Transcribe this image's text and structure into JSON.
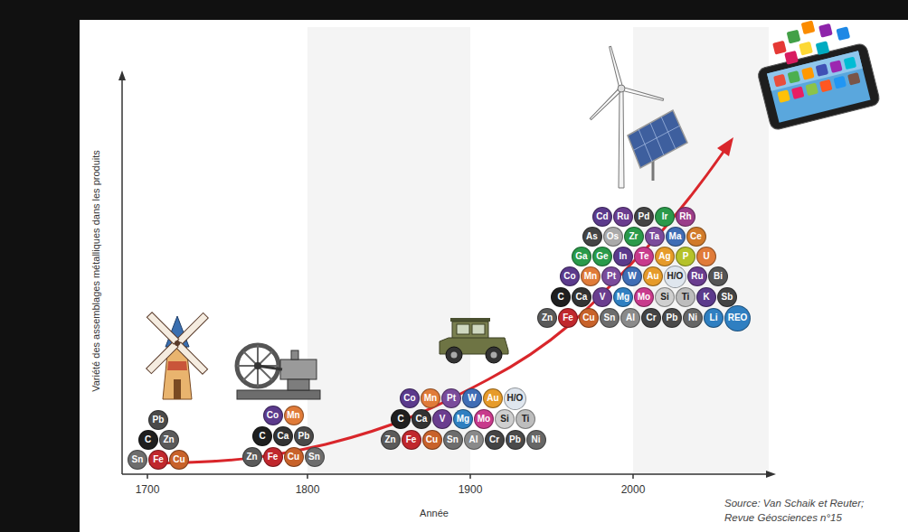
{
  "diagram": {
    "nodes": [
      {
        "text": [
          "Pb"
        ]
      },
      {
        "text": [
          "C"
        ]
      },
      {
        "text": [
          "Zn"
        ]
      },
      {
        "text": [
          "Sn"
        ]
      },
      {
        "text": [
          "Fe"
        ]
      },
      {
        "text": [
          "Cu"
        ]
      },
      {
        "text": [
          "Co"
        ]
      },
      {
        "text": [
          "Mn"
        ]
      },
      {
        "text": [
          "C"
        ]
      },
      {
        "text": [
          "Ca"
        ]
      },
      {
        "text": [
          "Pb"
        ]
      },
      {
        "text": [
          "Zn"
        ]
      },
      {
        "text": [
          "Fe"
        ]
      },
      {
        "text": [
          "Cu"
        ]
      },
      {
        "text": [
          "Sn"
        ]
      },
      {
        "text": [
          "Co"
        ]
      },
      {
        "text": [
          "Mn"
        ]
      },
      {
        "text": [
          "Pt"
        ]
      },
      {
        "text": [
          "W"
        ]
      },
      {
        "text": [
          "Au"
        ]
      },
      {
        "text": [
          "H/O"
        ]
      },
      {
        "text": [
          "C"
        ]
      },
      {
        "text": [
          "Ca"
        ]
      },
      {
        "text": [
          "V"
        ]
      },
      {
        "text": [
          "Mg"
        ]
      },
      {
        "text": [
          "Mo"
        ]
      },
      {
        "text": [
          "Si"
        ]
      },
      {
        "text": [
          "Ti"
        ]
      },
      {
        "text": [
          "Zn"
        ]
      },
      {
        "text": [
          "Fe"
        ]
      },
      {
        "text": [
          "Cu"
        ]
      },
      {
        "text": [
          "Sn"
        ]
      },
      {
        "text": [
          "Al"
        ]
      },
      {
        "text": [
          "Cr"
        ]
      },
      {
        "text": [
          "Pb"
        ]
      },
      {
        "text": [
          "Ni"
        ]
      },
      {
        "text": [
          "Cd"
        ]
      },
      {
        "text": [
          "Ru"
        ]
      },
      {
        "text": [
          "Pd"
        ]
      },
      {
        "text": [
          "Ir"
        ]
      },
      {
        "text": [
          "Rh"
        ]
      },
      {
        "text": [
          "As"
        ]
      },
      {
        "text": [
          "Os"
        ]
      },
      {
        "text": [
          "Zr"
        ]
      },
      {
        "text": [
          "Ta"
        ]
      },
      {
        "text": [
          "Ma"
        ]
      },
      {
        "text": [
          "Ce"
        ]
      },
      {
        "text": [
          "Ga"
        ]
      },
      {
        "text": [
          "Ge"
        ]
      },
      {
        "text": [
          "In"
        ]
      },
      {
        "text": [
          "Te"
        ]
      },
      {
        "text": [
          "Ag"
        ]
      },
      {
        "text": [
          "P"
        ]
      },
      {
        "text": [
          "U"
        ]
      },
      {
        "text": [
          "Co"
        ]
      },
      {
        "text": [
          "Mn"
        ]
      },
      {
        "text": [
          "Pt"
        ]
      },
      {
        "text": [
          "W"
        ]
      },
      {
        "text": [
          "Au"
        ]
      },
      {
        "text": [
          "H/O"
        ]
      },
      {
        "text": [
          "Ru"
        ]
      },
      {
        "text": [
          "Bi"
        ]
      },
      {
        "text": [
          "C"
        ]
      },
      {
        "text": [
          "Ca"
        ]
      },
      {
        "text": [
          "V"
        ]
      },
      {
        "text": [
          "Mg"
        ]
      },
      {
        "text": [
          "Mo"
        ]
      },
      {
        "text": [
          "Si"
        ]
      },
      {
        "text": [
          "Ti"
        ]
      },
      {
        "text": [
          "K"
        ]
      },
      {
        "text": [
          "Sb"
        ]
      },
      {
        "text": [
          "Zn"
        ]
      },
      {
        "text": [
          "Fe"
        ]
      },
      {
        "text": [
          "Cu"
        ]
      },
      {
        "text": [
          "Sn"
        ]
      },
      {
        "text": [
          "Al"
        ]
      },
      {
        "text": [
          "Cr"
        ]
      },
      {
        "text": [
          "Pb"
        ]
      },
      {
        "text": [
          "Ni"
        ]
      },
      {
        "text": [
          "Li"
        ]
      },
      {
        "text": [
          "REO"
        ]
      }
    ],
    "labels": [
      "Variété des assemblages métalliques dans les produits",
      "1700",
      "1800",
      "1900",
      "2000",
      "Année",
      "Source: Van Schaik et Reuter; Revue Géosciences n°15"
    ]
  }
}
